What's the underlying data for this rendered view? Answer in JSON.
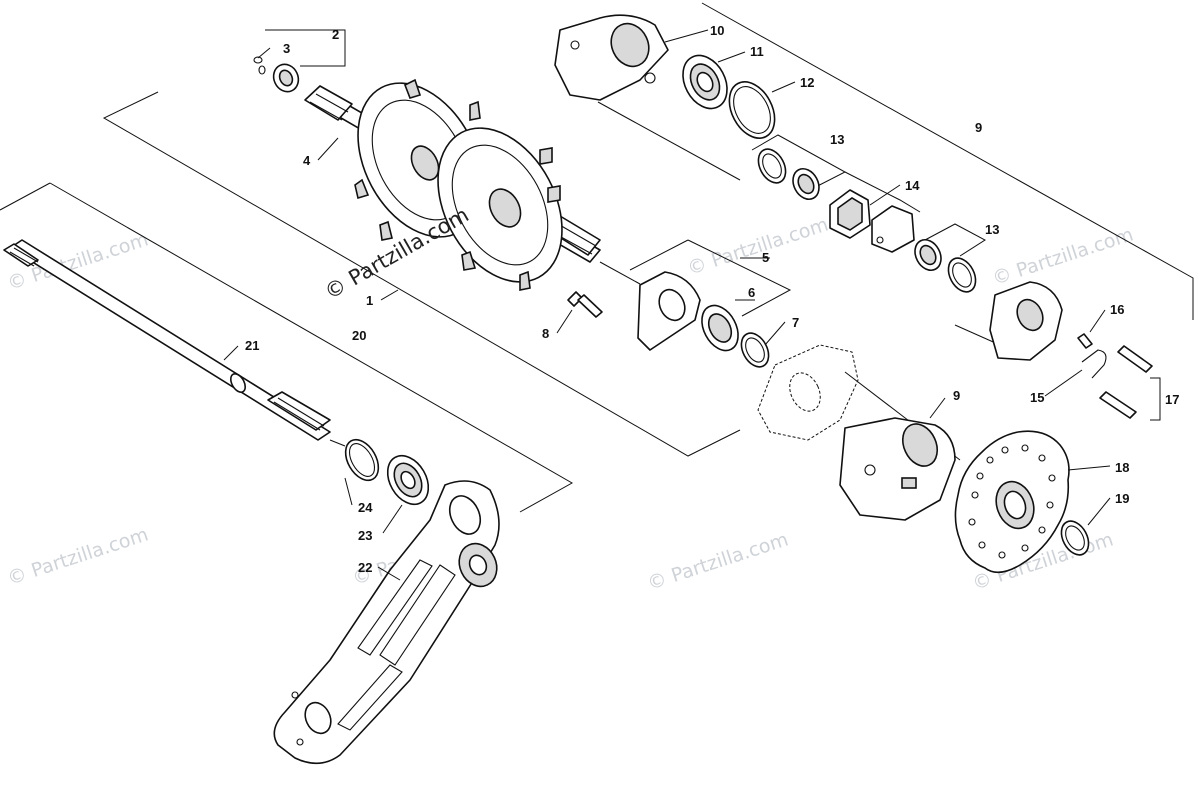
{
  "watermarks": [
    "© Partzilla.com",
    "© Partzilla.com",
    "© Partzilla.com",
    "© Partzilla.com",
    "© Partzilla.com",
    "© Partzilla.com",
    "© Partzilla.com"
  ],
  "watermark_main": "© Partzilla.com",
  "callouts": {
    "c1": "1",
    "c2": "2",
    "c3": "3",
    "c4": "4",
    "c5": "5",
    "c6": "6",
    "c7": "7",
    "c8": "8",
    "c9a": "9",
    "c9b": "9",
    "c10": "10",
    "c11": "11",
    "c12": "12",
    "c13a": "13",
    "c13b": "13",
    "c14": "14",
    "c15": "15",
    "c16": "16",
    "c17": "17",
    "c18": "18",
    "c19": "19",
    "c20": "20",
    "c21": "21",
    "c22": "22",
    "c23": "23",
    "c24": "24"
  }
}
